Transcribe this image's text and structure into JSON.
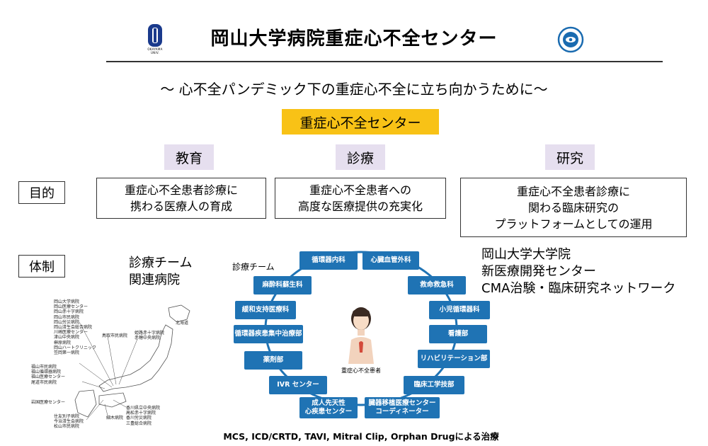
{
  "header": {
    "title": "岡山大学病院重症心不全センター",
    "left_logo_caption": "OKAYAMA UNIV.",
    "subtitle": "～ 心不全パンデミック下の重症心不全に立ち向かうために～"
  },
  "center_badge": "重症心不全センター",
  "columns": [
    {
      "heading": "教育",
      "purpose_lines": [
        "重症心不全患者診療に",
        "携わる医療人の育成"
      ]
    },
    {
      "heading": "診療",
      "purpose_lines": [
        "重症心不全患者への",
        "高度な医療提供の充実化"
      ]
    },
    {
      "heading": "研究",
      "purpose_lines": [
        "重症心不全患者診療に",
        "関わる臨床研究の",
        "プラットフォームとしての運用"
      ]
    }
  ],
  "row_labels": {
    "purpose": "目的",
    "system": "体制"
  },
  "education_system": [
    "診療チーム",
    "関連病院"
  ],
  "research_system": [
    "岡山大学大学院",
    "新医療開発センター",
    "CMA治験・臨床研究ネットワーク"
  ],
  "care_team": {
    "label": "診療チーム",
    "center_label": "重症心不全患者",
    "members": [
      "循環器内科",
      "心臓血管外科",
      "救命救急科",
      "小児循環器科",
      "看護部",
      "リハビリテーション部",
      "臨床工学技部",
      "臓器移植医療センター\nコーディネーター",
      "成人先天性\n心疾患センター",
      "IVR センター",
      "薬剤部",
      "循環器疾患集中治療部",
      "緩和支持医療科",
      "麻酔科蘇生科"
    ]
  },
  "map": {
    "group_okayama": [
      "岡山大学病院",
      "岡山医療センター",
      "岡山赤十字病院",
      "岡山市民病院",
      "岡山労災病院",
      "岡山済生会総合病院",
      "川崎医療センター",
      "津山中央病院",
      "榊原病院",
      "岡山ハートクリニック",
      "笠岡第一病院"
    ],
    "group_hiroshima": [
      "福山市民病院",
      "福山循環器病院",
      "福山医療センター",
      "尾道市民病院"
    ],
    "group_tottori": [
      "鳥取市民病院"
    ],
    "group_hyogo": [
      "姫路赤十字病院",
      "赤穂中央病院"
    ],
    "group_iwakuni": [
      "岩国医療センター"
    ],
    "group_ehime": [
      "住友別子病院",
      "今治済生会病院",
      "松山市民病院"
    ],
    "group_tsuna": [
      "細木病院"
    ],
    "group_kagawa": [
      "香川県立中央病院",
      "高松赤十字病院",
      "香川労災病院",
      "三豊総合病院"
    ],
    "hokkaido": "北海道"
  },
  "footer": "MCS, ICD/CRTD, TAVI, Mitral Clip, Orphan Drugによる治療",
  "colors": {
    "accent_yellow": "#f8c216",
    "heading_lavender": "#e6dfef",
    "team_blue": "#1f73b4",
    "logo_navy": "#1a3a8c"
  }
}
